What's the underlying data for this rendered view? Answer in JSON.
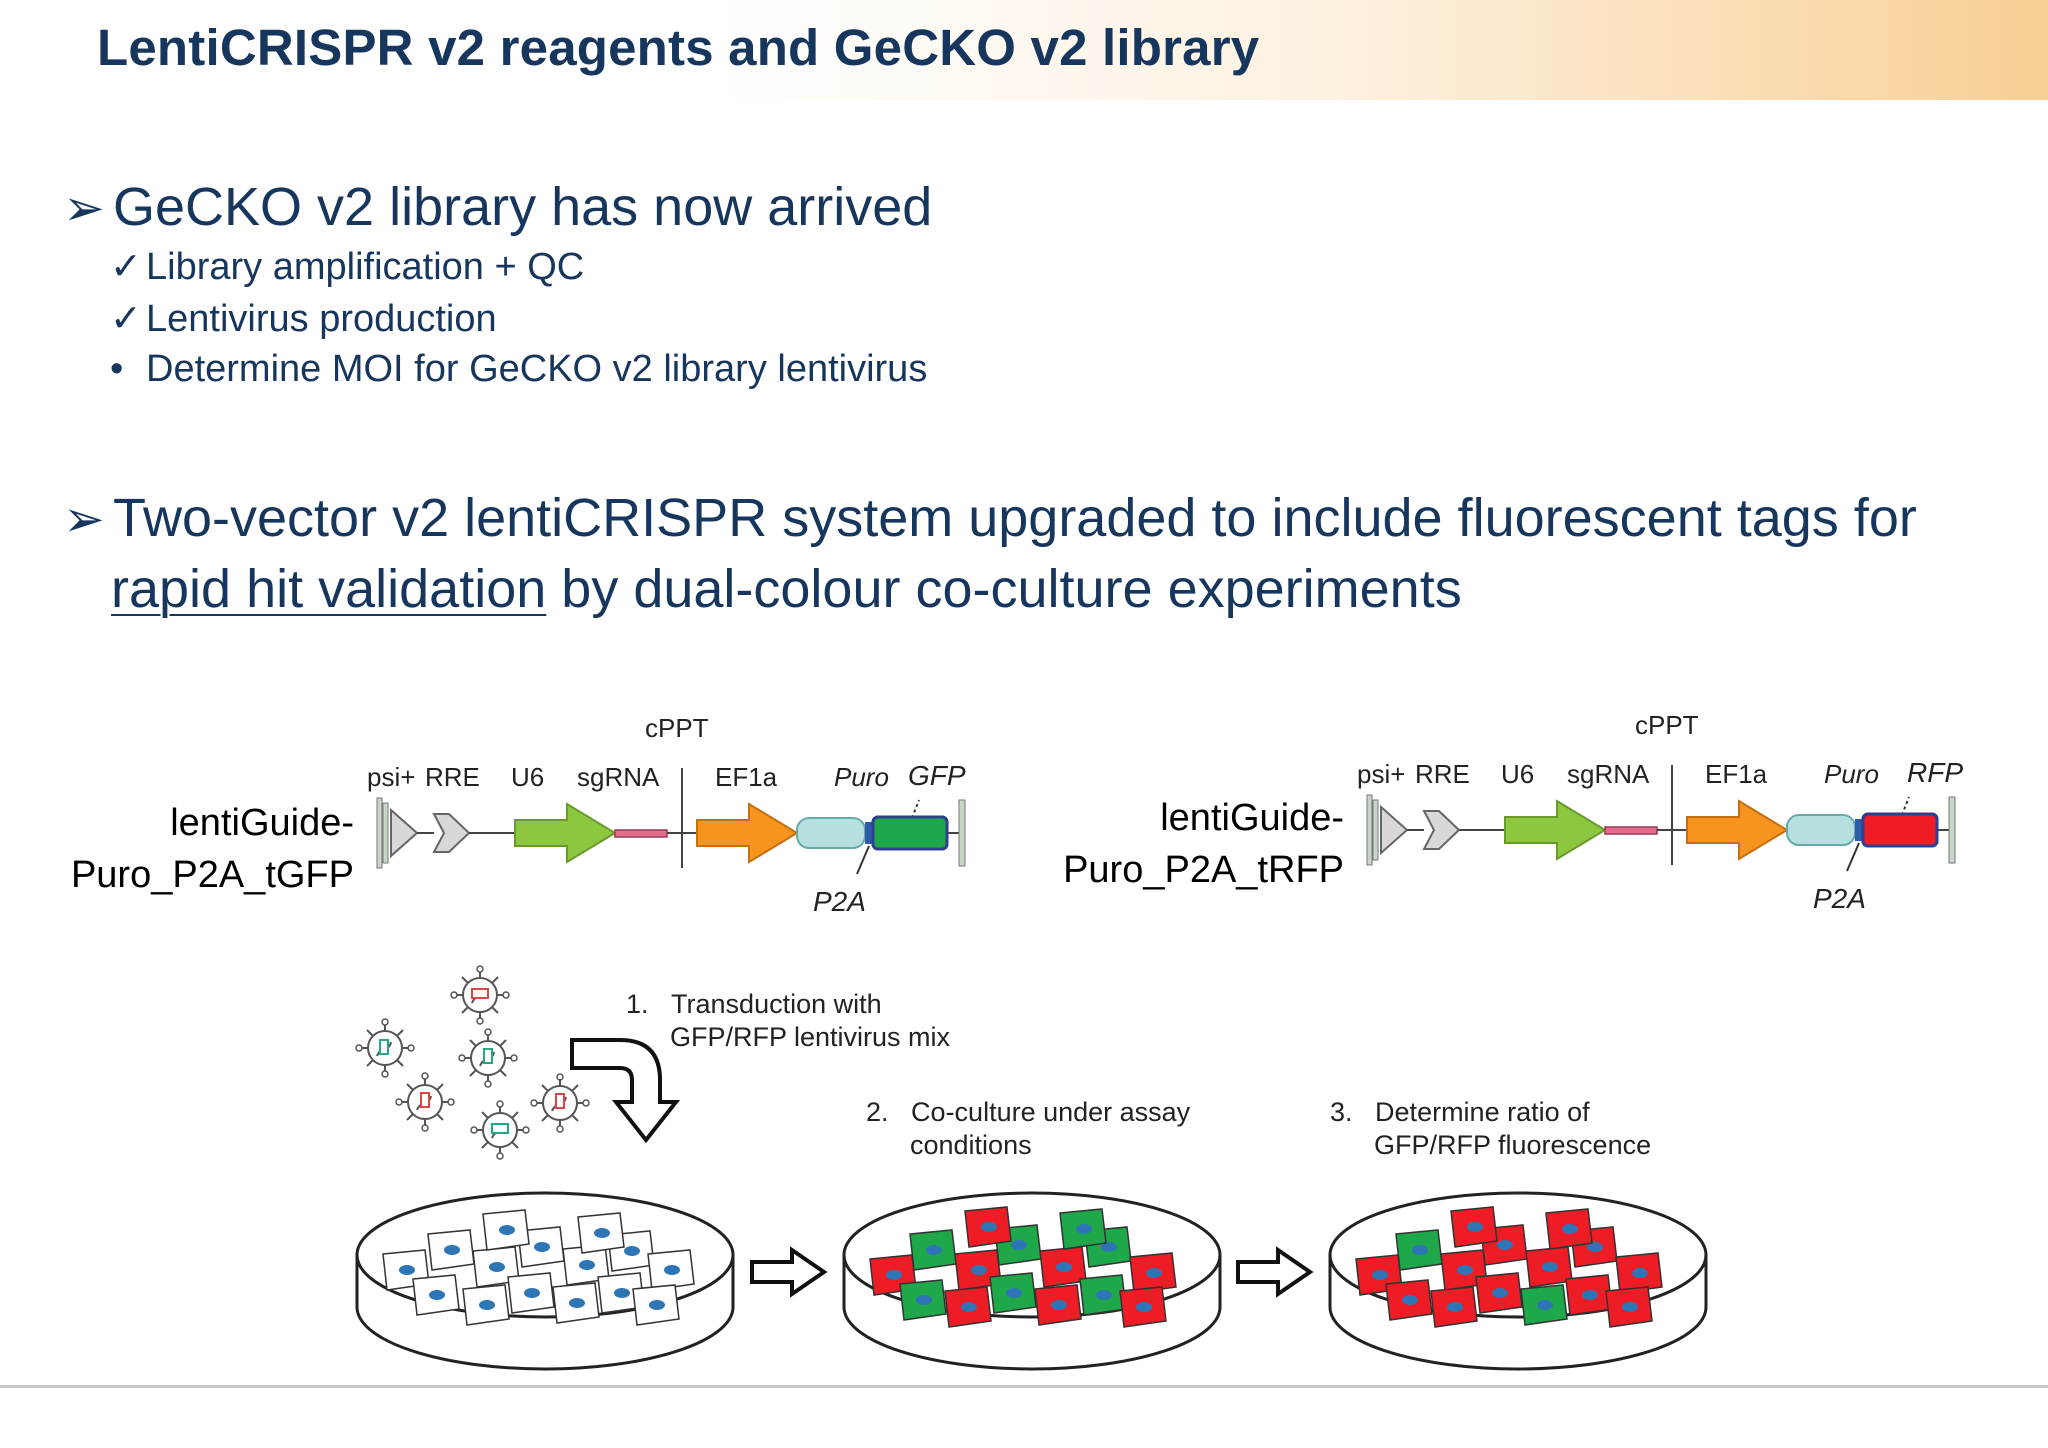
{
  "title": "LentiCRISPR v2 reagents and GeCKO v2 library",
  "bullet1": {
    "marker": "➢",
    "text": "GeCKO v2 library has now arrived",
    "subs": [
      {
        "marker": "✓",
        "text": "Library amplification + QC"
      },
      {
        "marker": "✓",
        "text": "Lentivirus production"
      },
      {
        "marker": "•",
        "text": "Determine MOI for GeCKO v2 library lentivirus"
      }
    ]
  },
  "bullet2": {
    "marker": "➢",
    "line1": "Two-vector v2 lentiCRISPR system upgraded to include fluorescent tags for",
    "underlined": "rapid hit validation",
    "rest": " by dual-colour co-culture experiments"
  },
  "vectors": [
    {
      "name_line1": "lentiGuide-",
      "name_line2": "Puro_P2A_tGFP",
      "tag": "GFP",
      "tag_color": "#1ea84a",
      "labels": {
        "cppt": "cPPT",
        "psi": "psi+",
        "rre": "RRE",
        "u6": "U6",
        "sgrna": "sgRNA",
        "ef1a": "EF1a",
        "puro": "Puro",
        "p2a": "P2A"
      }
    },
    {
      "name_line1": "lentiGuide-",
      "name_line2": "Puro_P2A_tRFP",
      "tag": "RFP",
      "tag_color": "#ee1c25",
      "labels": {
        "cppt": "cPPT",
        "psi": "psi+",
        "rre": "RRE",
        "u6": "U6",
        "sgrna": "sgRNA",
        "ef1a": "EF1a",
        "puro": "Puro",
        "p2a": "P2A"
      }
    }
  ],
  "steps": [
    {
      "num": "1.",
      "line1": "Transduction with",
      "line2": "GFP/RFP lentivirus mix"
    },
    {
      "num": "2.",
      "line1": "Co-culture under assay",
      "line2": "conditions"
    },
    {
      "num": "3.",
      "line1": "Determine ratio of",
      "line2": "GFP/RFP fluorescence"
    }
  ],
  "colors": {
    "title": "#17365d",
    "gfp": "#1ea84a",
    "rfp": "#ee1c25",
    "u6": "#8dc63f",
    "ef1a": "#f7941d",
    "puro": "#b6e0e0",
    "nucleus": "#2e75b6"
  }
}
